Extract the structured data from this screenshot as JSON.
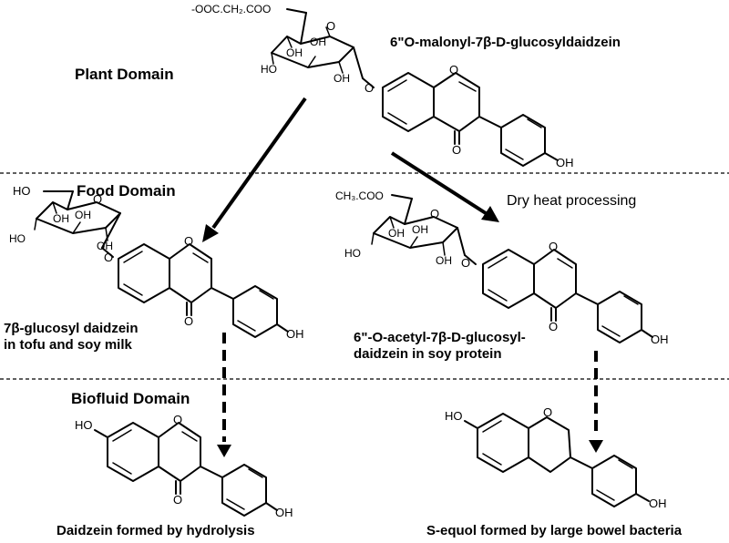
{
  "domains": {
    "plant": "Plant Domain",
    "food": "Food Domain",
    "biofluid": "Biofluid Domain"
  },
  "process": {
    "dry_heat": "Dry heat processing"
  },
  "compounds": {
    "malonyl": {
      "name": "6\"O-malonyl-7β-D-glucosyldaidzein",
      "substituent": "-OOC.CH₂.COO"
    },
    "glucosyl": {
      "name_line1": "7β-glucosyl daidzein",
      "name_line2": "in tofu and soy milk",
      "substituent": "HO"
    },
    "acetyl": {
      "name_line1": "6\"-O-acetyl-7β-D-glucosyl-",
      "name_line2": "daidzein in soy protein",
      "substituent": "CH₃.COO"
    },
    "daidzein": {
      "name": "Daidzein formed by hydrolysis"
    },
    "equol": {
      "name": "S-equol formed by large bowel bacteria"
    }
  },
  "atoms": {
    "oh": "OH",
    "ho": "HO",
    "o": "O"
  }
}
